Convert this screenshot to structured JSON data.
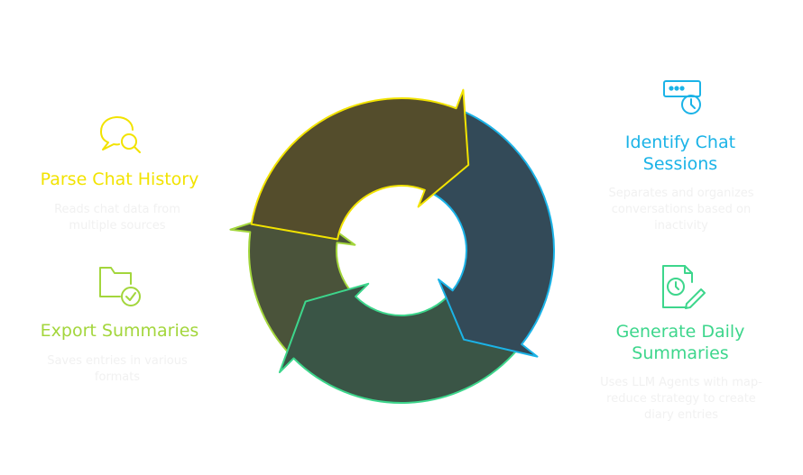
{
  "steps": [
    {
      "title": "Parse Chat History",
      "desc": "Reads chat data from multiple sources",
      "color": "#f2e300",
      "fill": "#544d2c",
      "icon": "chat-search-icon"
    },
    {
      "title": "Identify Chat Sessions",
      "desc": "Separates and organizes conversations based on inactivity",
      "color": "#1bb3e7",
      "fill": "#334a58",
      "icon": "chat-clock-icon"
    },
    {
      "title": "Generate Daily Summaries",
      "desc": "Uses LLM Agents with map-reduce strategy to create diary entries",
      "color": "#3dd68c",
      "fill": "#3a5546",
      "icon": "document-edit-clock-icon"
    },
    {
      "title": "Export Summaries",
      "desc": "Saves entries in various formats",
      "color": "#a3d63c",
      "fill": "#4a533a",
      "icon": "folder-check-icon"
    }
  ]
}
